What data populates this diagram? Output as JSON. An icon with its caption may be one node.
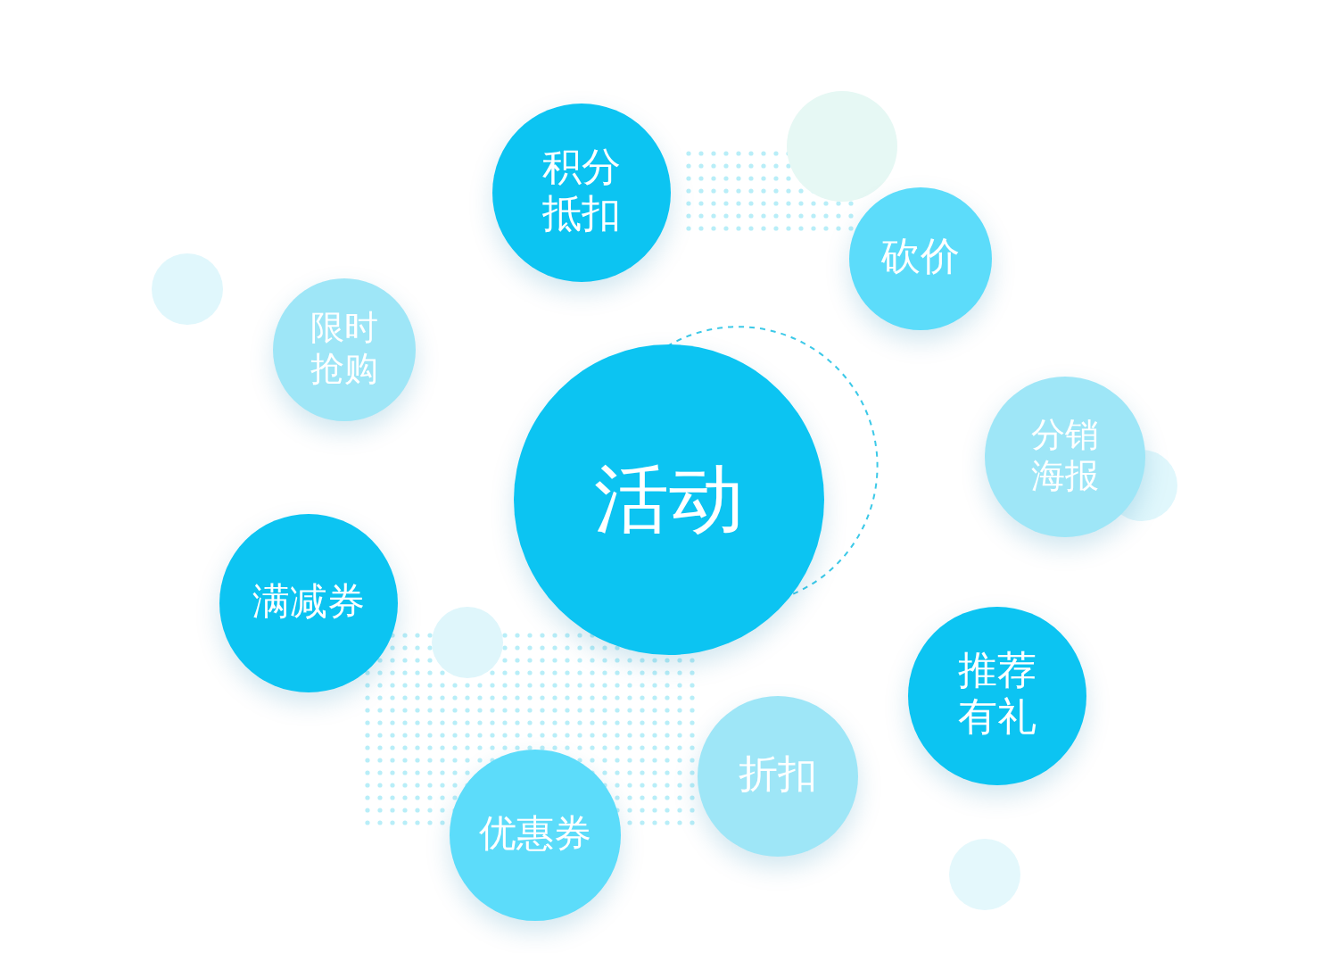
{
  "diagram": {
    "nodes": [
      {
        "text": [
          "积分抵扣"
        ]
      },
      {
        "text": [
          "砍价"
        ]
      },
      {
        "text": [
          "限时抢购"
        ]
      },
      {
        "text": [
          "分销海报"
        ]
      },
      {
        "text": [
          "活动"
        ]
      },
      {
        "text": [
          "满减券"
        ]
      },
      {
        "text": [
          "推荐有礼"
        ]
      },
      {
        "text": [
          "折扣"
        ]
      },
      {
        "text": [
          "优惠券"
        ]
      }
    ]
  }
}
